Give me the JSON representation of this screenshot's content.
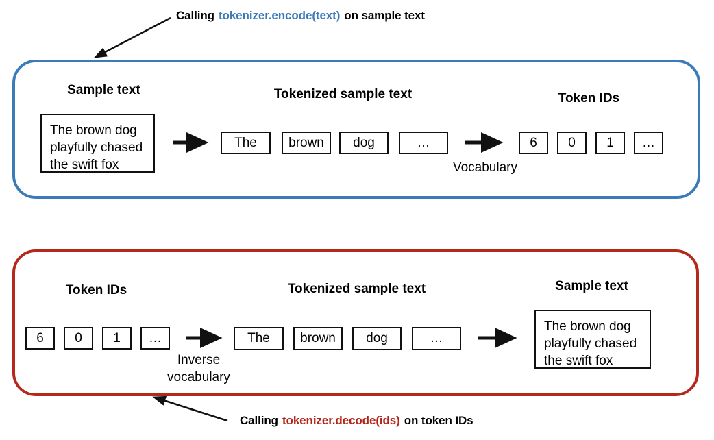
{
  "encode_caption": {
    "prefix": "Calling",
    "code": "tokenizer.encode(text)",
    "suffix": "on sample text",
    "code_color": "#3a7ab8"
  },
  "decode_caption": {
    "prefix": "Calling",
    "code": "tokenizer.decode(ids)",
    "suffix": "on token IDs",
    "code_color": "#b32317"
  },
  "panels": {
    "encode_border_color": "#3b7cb8",
    "decode_border_color": "#b5291c"
  },
  "encode_row": {
    "heading_sample_text": "Sample text",
    "heading_tokenized": "Tokenized sample text",
    "heading_token_ids": "Token IDs",
    "sample_text": "The brown dog\nplayfully chased\nthe swift fox",
    "tokens": [
      "The",
      "brown",
      "dog",
      "…"
    ],
    "token_ids": [
      "6",
      "0",
      "1",
      "…"
    ],
    "mapping_label": "Vocabulary"
  },
  "decode_row": {
    "heading_token_ids": "Token IDs",
    "heading_tokenized": "Tokenized sample text",
    "heading_sample_text": "Sample text",
    "token_ids": [
      "6",
      "0",
      "1",
      "…"
    ],
    "tokens": [
      "The",
      "brown",
      "dog",
      "…"
    ],
    "sample_text": "The brown dog\nplayfully chased\nthe swift fox",
    "mapping_label": "Inverse\nvocabulary"
  }
}
